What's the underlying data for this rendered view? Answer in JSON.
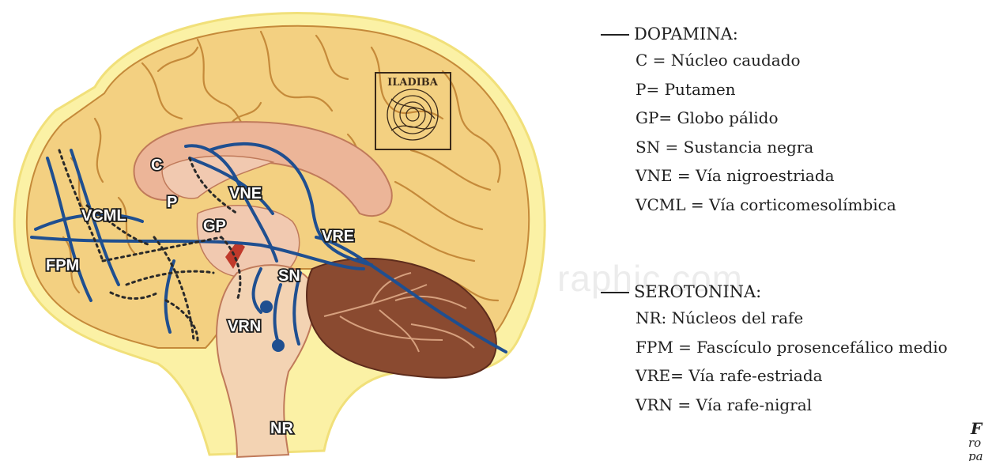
{
  "figure": {
    "stamp_text": "ILADIBA",
    "labels": {
      "C": "C",
      "P": "P",
      "VNE": "VNE",
      "VCML": "VCML",
      "GP": "GP",
      "VRE": "VRE",
      "FPM": "FPM",
      "SN": "SN",
      "VRN": "VRN",
      "NR": "NR"
    },
    "colors": {
      "cortex": "#f3d081",
      "cortex_outline": "#c58a3a",
      "halo": "#fbf1a5",
      "corpus": "#ecb598",
      "cerebellum": "#8a4a30",
      "pathway_blue": "#1f4f90",
      "pathway_dotted": "#2a2a2a"
    }
  },
  "watermark": "raphic.com",
  "legend": {
    "dopamine": {
      "heading": "DOPAMINA:",
      "items": [
        "C = Núcleo caudado",
        "P= Putamen",
        "GP= Globo pálido",
        "SN = Sustancia negra",
        "VNE = Vía nigroestriada",
        "VCML = Vía corticomesolímbica"
      ]
    },
    "serotonin": {
      "heading": "SEROTONINA:",
      "items": [
        "NR: Núcleos del rafe",
        "FPM = Fascículo prosencefálico medio",
        "VRE= Vía rafe-estriada",
        "VRN = Vía rafe-nigral"
      ]
    }
  },
  "caption": {
    "line1": "F",
    "line2": "ro",
    "line3": "pa"
  }
}
